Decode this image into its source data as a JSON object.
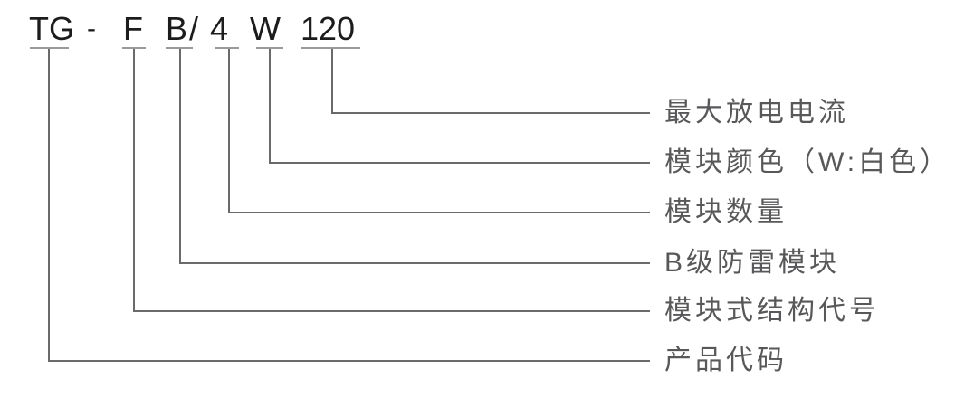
{
  "diagram": {
    "title": "product-model-code-explanation",
    "code_line": {
      "segments": [
        {
          "text": "TG",
          "role": "code"
        },
        {
          "text": "-",
          "role": "separator"
        },
        {
          "text": "F",
          "role": "code"
        },
        {
          "text": "B",
          "role": "code"
        },
        {
          "text": "/",
          "role": "separator"
        },
        {
          "text": "4",
          "role": "code"
        },
        {
          "text": "W",
          "role": "code"
        },
        {
          "text": "120",
          "role": "code"
        }
      ]
    },
    "mappings": [
      {
        "code": "120",
        "label": "最大放电电流"
      },
      {
        "code": "W",
        "label": "模块颜色（W:白色）"
      },
      {
        "code": "4",
        "label": "模块数量"
      },
      {
        "code": "B",
        "label": "B级防雷模块"
      },
      {
        "code": "F",
        "label": "模块式结构代号"
      },
      {
        "code": "TG",
        "label": "产品代码"
      }
    ],
    "colors": {
      "code_text": "#1c1c1c",
      "label_text": "#58585a",
      "connector_line": "#6a6a6a",
      "underline": "#9a9a9a",
      "background": "#ffffff"
    }
  }
}
